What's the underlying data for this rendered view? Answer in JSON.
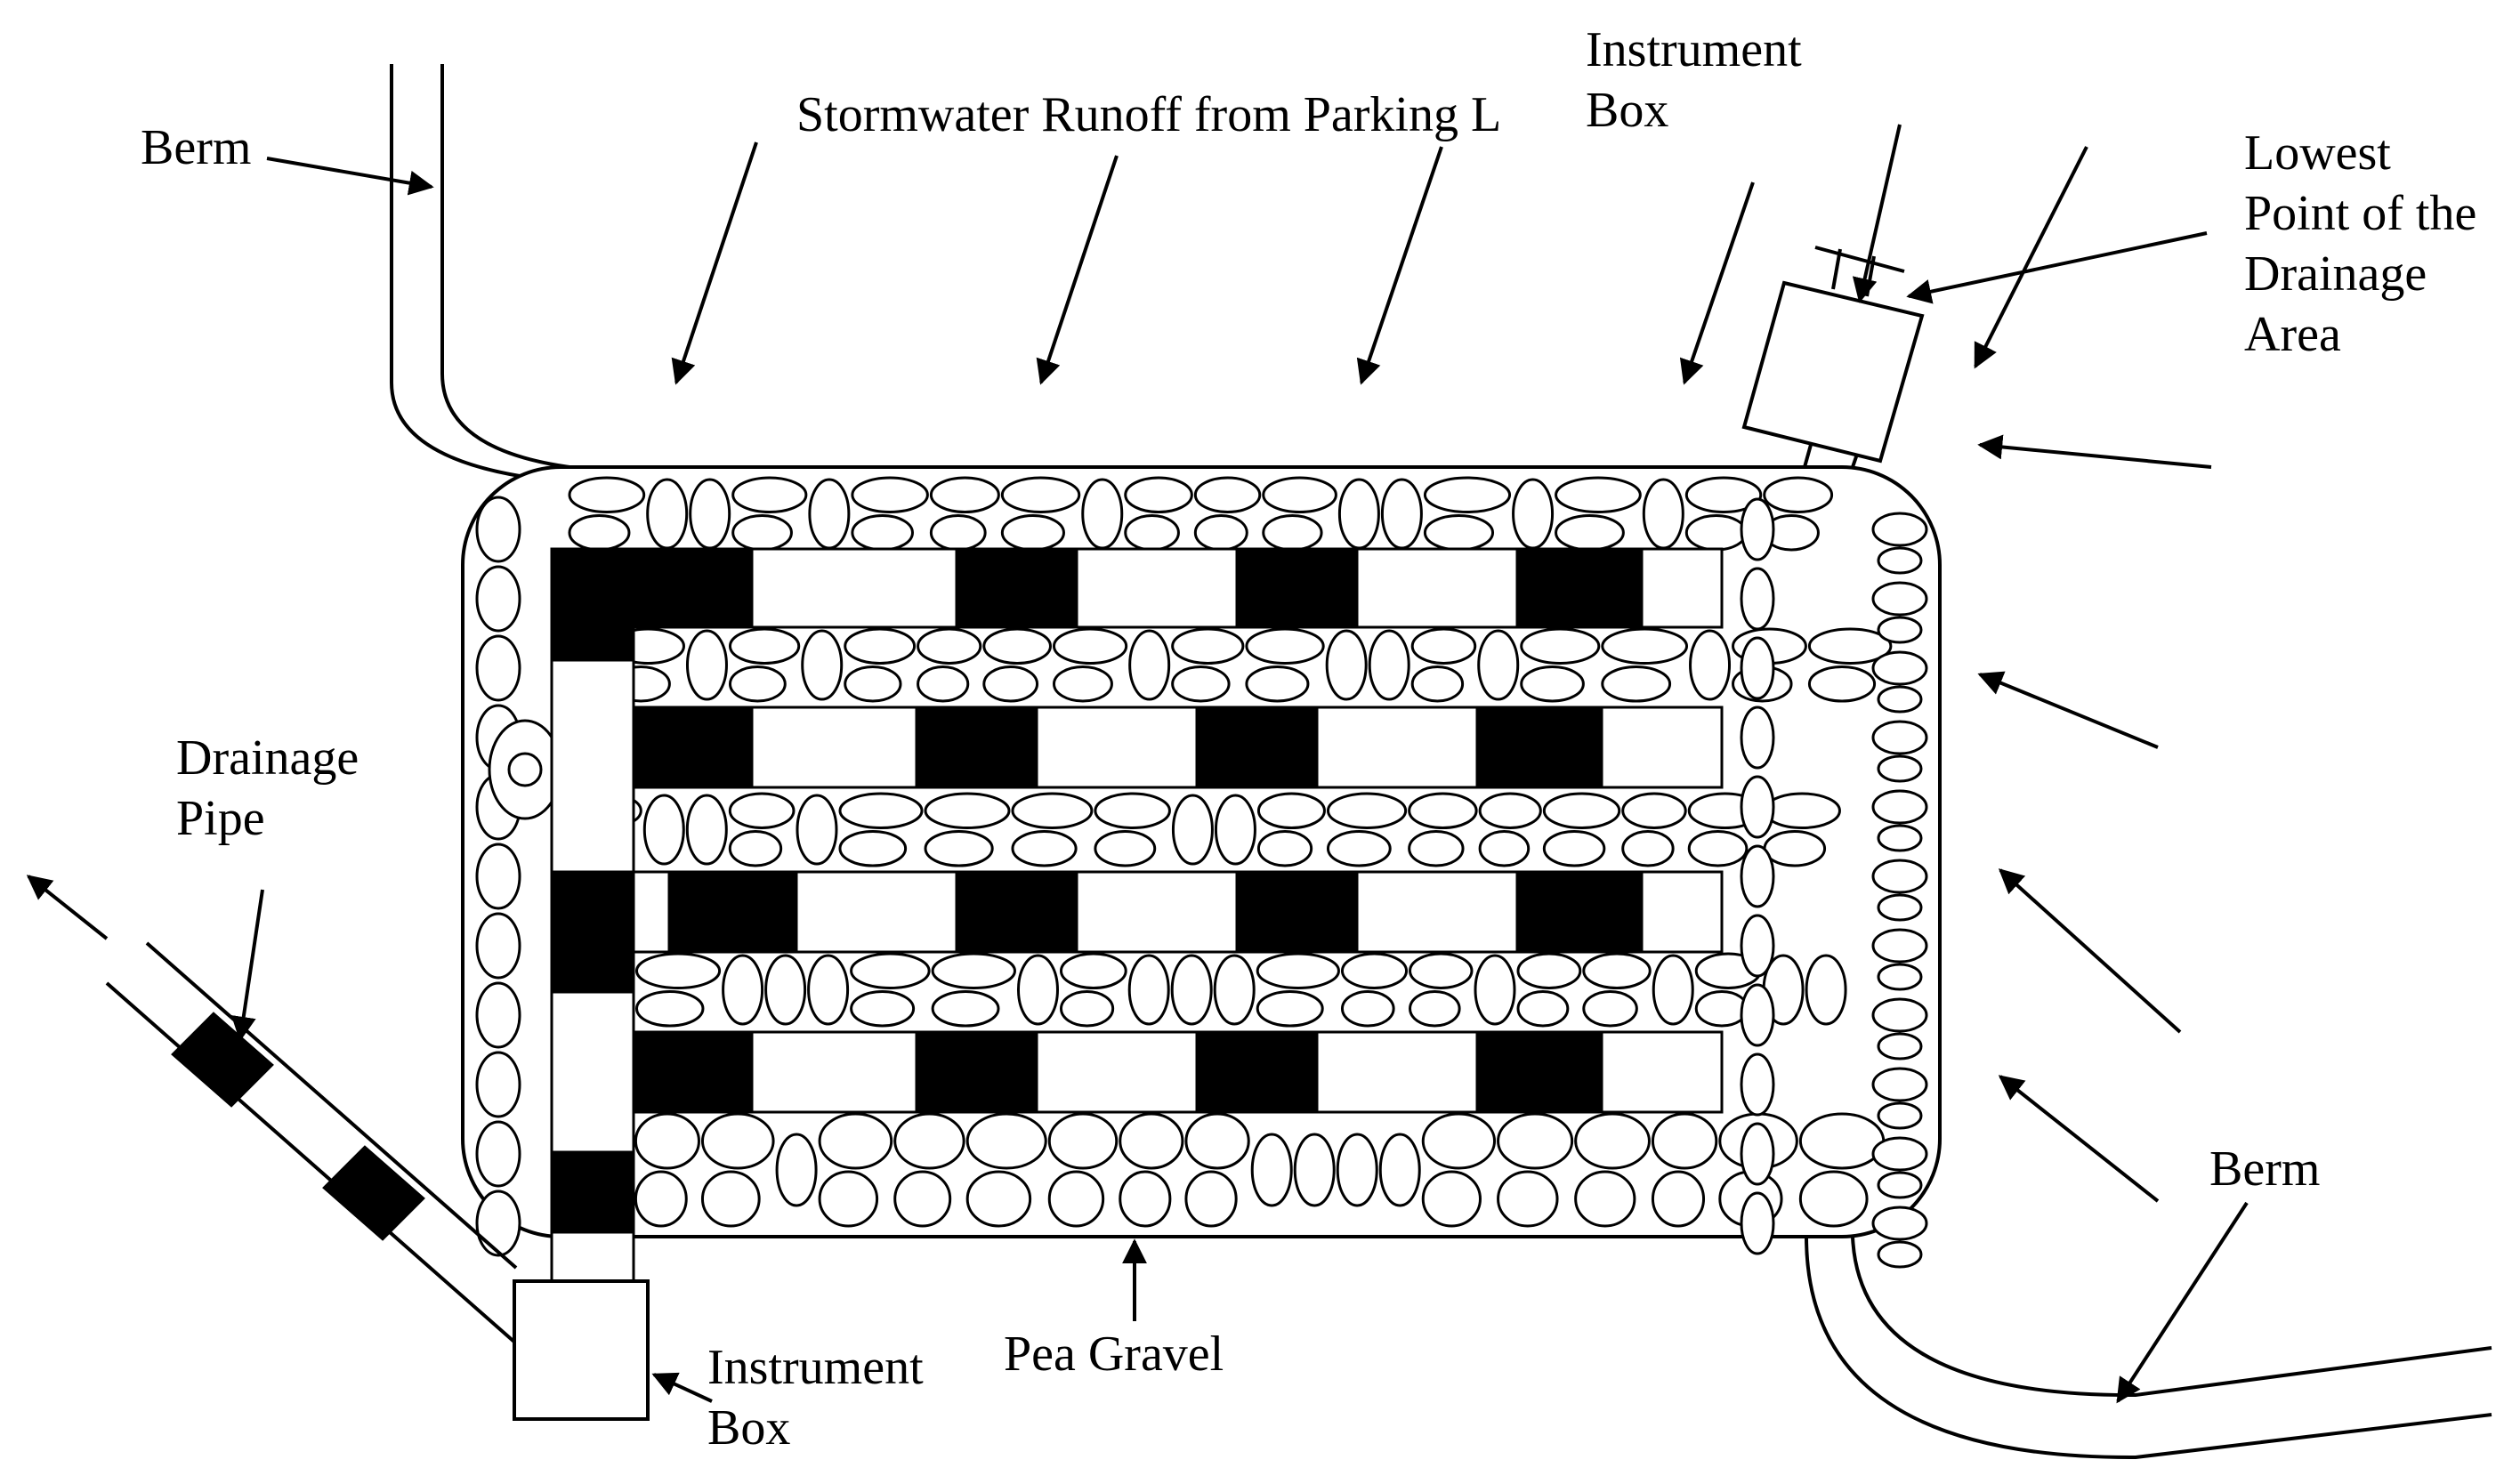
{
  "labels": {
    "berm_top": "Berm",
    "stormwater": "Stormwater Runoff from Parking L",
    "instrument_box_top_line1": "Instrument",
    "instrument_box_top_line2": "Box",
    "lowest_line1": "Lowest",
    "lowest_line2": "Point of the",
    "lowest_line3": "Drainage",
    "lowest_line4": "Area",
    "drainage_pipe_line1": "Drainage",
    "drainage_pipe_line2": "Pipe",
    "berm_bottom": "Berm",
    "pea_gravel": "Pea Gravel",
    "instrument_box_bottom_line1": "Instrument",
    "instrument_box_bottom_line2": "Box"
  },
  "colors": {
    "ink": "#000000",
    "paper": "#ffffff"
  }
}
